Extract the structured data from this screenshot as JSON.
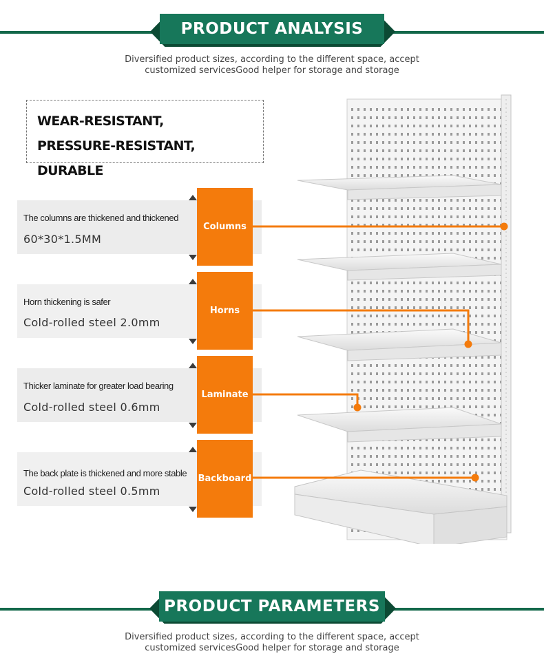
{
  "header": {
    "title": "PRODUCT ANALYSIS",
    "subtitle_line1": "Diversified product sizes, according to the different space, accept",
    "subtitle_line2": "customized servicesGood helper for storage and storage"
  },
  "features": {
    "line1": "WEAR-RESISTANT,",
    "line2": "PRESSURE-RESISTANT, DURABLE"
  },
  "specs": [
    {
      "label": "Columns",
      "description": "The columns are thickened and thickened",
      "value": "60*30*1.5MM"
    },
    {
      "label": "Horns",
      "description": "Horn thickening is safer",
      "value": "Cold-rolled steel 2.0mm"
    },
    {
      "label": "Laminate",
      "description": "Thicker laminate for greater load bearing",
      "value": "Cold-rolled steel 0.6mm"
    },
    {
      "label": "Backboard",
      "description": "The back plate is thickened and more stable",
      "value": "Cold-rolled steel 0.5mm"
    }
  ],
  "footer": {
    "title": "PRODUCT PARAMETERS",
    "subtitle_line1": "Diversified product sizes, according to the different space, accept",
    "subtitle_line2": "customized servicesGood helper for storage and storage"
  },
  "colors": {
    "banner_green": "#17775a",
    "accent_orange": "#f47b0c",
    "row_gray": "#ececec"
  }
}
